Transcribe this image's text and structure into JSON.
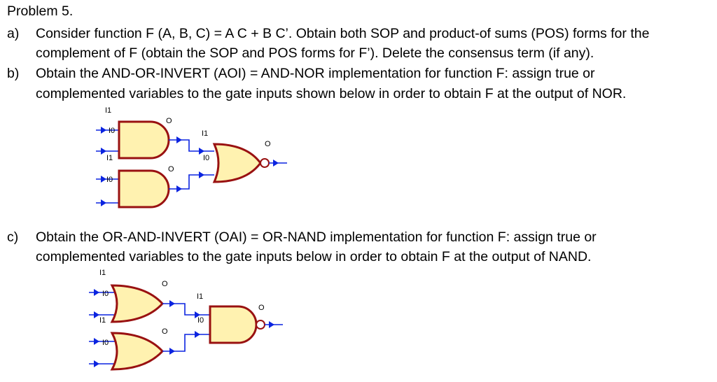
{
  "title": "Problem 5.",
  "part_a": {
    "marker": "a)",
    "line1": "Consider function F (A, B, C) = A C + B C’. Obtain both SOP and product-of sums (POS) forms for the",
    "line2": "complement of F (obtain the SOP and POS forms for F’). Delete the consensus term (if any)."
  },
  "part_b": {
    "marker": "b)",
    "line1": "Obtain the AND-OR-INVERT (AOI) = AND-NOR implementation for function F: assign true or",
    "line2": "complemented variables to the gate inputs shown below in order to obtain F at the output of NOR.",
    "labels": {
      "i1_top": "I1",
      "o_top": "O",
      "i0_top": "I0",
      "i1_left": "I1",
      "i1_mid": "I1",
      "i0_mid": "I0",
      "o_out": "O",
      "o_bottom": "O",
      "i0_bottom": "I0"
    }
  },
  "part_c": {
    "marker": "c)",
    "line1": "Obtain the OR-AND-INVERT (OAI) = OR-NAND implementation for function F: assign true or",
    "line2": "complemented variables to the gate inputs below in order to obtain F at the output of NAND.",
    "labels": {
      "i1_top": "I1",
      "o_top": "O",
      "i0_top": "I0",
      "i1_left": "I1",
      "i1_mid": "I1",
      "i0_mid": "I0",
      "o_out": "O",
      "o_bottom": "O",
      "i0_bottom": "I0"
    }
  },
  "colors": {
    "wire": "#0b24e0",
    "gate_fill": "#fff2b0",
    "gate_stroke": "#991111"
  }
}
